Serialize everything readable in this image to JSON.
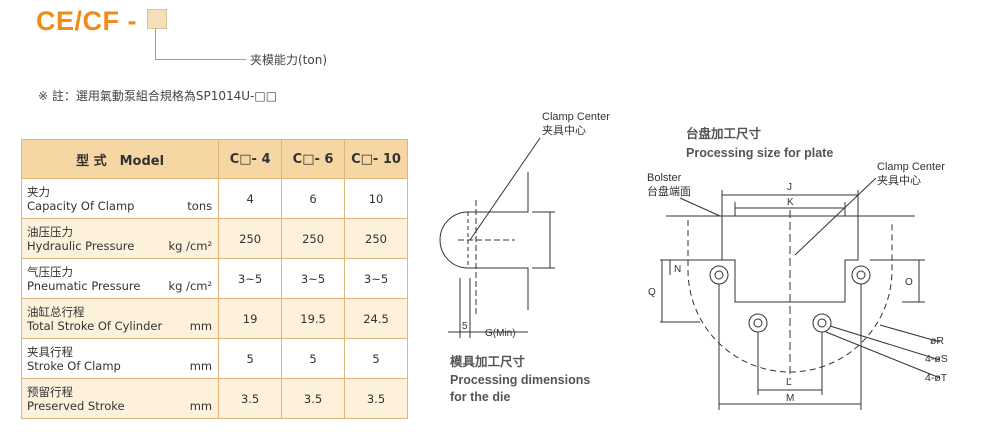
{
  "header": {
    "title": "CE/CF -",
    "callout": "夹模能力(ton)",
    "note": "※ 註：選用氣動泵組合規格為SP1014U-□□"
  },
  "table": {
    "header": {
      "model": "型 式　Model",
      "columns": [
        "C□- 4",
        "C□- 6",
        "C□- 10"
      ]
    },
    "rows": [
      {
        "zh": "夹力",
        "en": "Capacity Of Clamp",
        "unit": "tons",
        "values": [
          "4",
          "6",
          "10"
        ]
      },
      {
        "zh": "油压压力",
        "en": "Hydraulic Pressure",
        "unit": "kg /cm²",
        "values": [
          "250",
          "250",
          "250"
        ]
      },
      {
        "zh": "气压压力",
        "en": "Pneumatic Pressure",
        "unit": "kg /cm²",
        "values": [
          "3~5",
          "3~5",
          "3~5"
        ]
      },
      {
        "zh": "油缸总行程",
        "en": "Total Stroke Of Cylinder",
        "unit": "mm",
        "values": [
          "19",
          "19.5",
          "24.5"
        ]
      },
      {
        "zh": "夹具行程",
        "en": "Stroke Of Clamp",
        "unit": "mm",
        "values": [
          "5",
          "5",
          "5"
        ]
      },
      {
        "zh": "预留行程",
        "en": "Preserved Stroke",
        "unit": "mm",
        "values": [
          "3.5",
          "3.5",
          "3.5"
        ]
      }
    ]
  },
  "die_diagram": {
    "clamp_center_en": "Clamp Center",
    "clamp_center_zh": "夹具中心",
    "dim_5": "5",
    "dim_g": "G(Min)",
    "caption_zh": "模具加工尺寸",
    "caption_en_1": "Processing dimensions",
    "caption_en_2": "for the die"
  },
  "plate_diagram": {
    "title_zh": "台盘加工尺寸",
    "title_en": "Processing size for plate",
    "bolster_en": "Bolster",
    "bolster_zh": "台盘端面",
    "clamp_center_en": "Clamp Center",
    "clamp_center_zh": "夹具中心",
    "labels": {
      "J": "J",
      "K": "K",
      "N": "N",
      "Q": "Q",
      "O": "O",
      "L": "L",
      "M": "M",
      "R": "øR",
      "S": "4-øS",
      "T": "4-øT"
    }
  },
  "colors": {
    "accent": "#f08c1a",
    "table_header": "#f6d7a3",
    "table_alt": "#fdf1dc",
    "table_border": "#e2b67a"
  }
}
